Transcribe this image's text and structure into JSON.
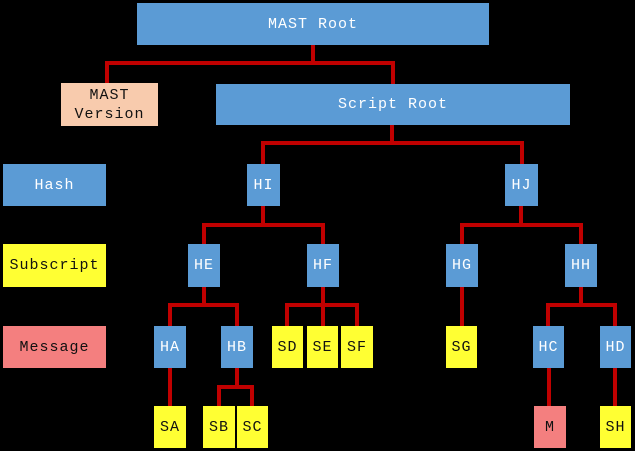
{
  "colors": {
    "background": "#000000",
    "hash_box": "#5b9bd5",
    "subscript_box": "#ffff33",
    "message_box": "#f47f7f",
    "version_box": "#f8cbad",
    "connector": "#c00000",
    "hash_text": "#ffffff",
    "dark_text": "#111111"
  },
  "legend": {
    "hash": "Hash",
    "subscript": "Subscript",
    "message": "Message"
  },
  "nodes": {
    "mast_root": "MAST Root",
    "mast_version": "MAST Version",
    "script_root": "Script Root",
    "hi": "HI",
    "hj": "HJ",
    "he": "HE",
    "hf": "HF",
    "hg": "HG",
    "hh": "HH",
    "ha": "HA",
    "hb": "HB",
    "hc": "HC",
    "hd": "HD",
    "sa": "SA",
    "sb": "SB",
    "sc": "SC",
    "sd": "SD",
    "se": "SE",
    "sf": "SF",
    "sg": "SG",
    "sh": "SH",
    "m": "M"
  }
}
